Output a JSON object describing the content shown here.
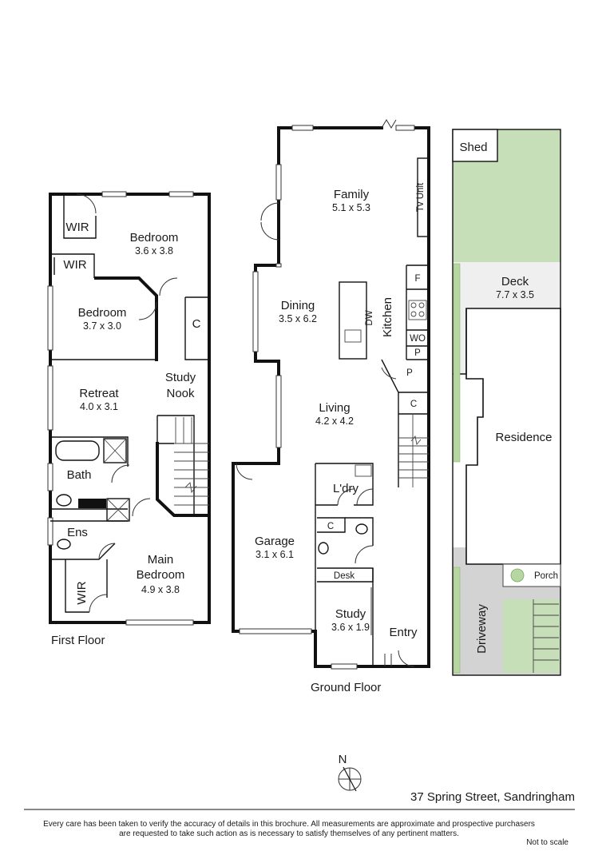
{
  "first_floor": {
    "caption": "First Floor",
    "rooms": {
      "wir_top": {
        "name": "WIR"
      },
      "wir_mid": {
        "name": "WIR"
      },
      "bedroom1": {
        "name": "Bedroom",
        "size": "3.6 x 3.8"
      },
      "bedroom2": {
        "name": "Bedroom",
        "size": "3.7 x 3.0"
      },
      "closet": {
        "name": "C"
      },
      "retreat": {
        "name": "Retreat",
        "size": "4.0 x 3.1"
      },
      "study_nook": {
        "name1": "Study",
        "name2": "Nook"
      },
      "bath": {
        "name": "Bath"
      },
      "ens": {
        "name": "Ens"
      },
      "main_bedroom": {
        "name1": "Main",
        "name2": "Bedroom",
        "size": "4.9 x 3.8"
      },
      "wir_main": {
        "name": "WIR"
      }
    }
  },
  "ground_floor": {
    "caption": "Ground Floor",
    "rooms": {
      "family": {
        "name": "Family",
        "size": "5.1 x 5.3"
      },
      "tv_unit": {
        "name": "Tv Unit"
      },
      "dining": {
        "name": "Dining",
        "size": "3.5 x 6.2"
      },
      "kitchen": {
        "name": "Kitchen"
      },
      "dw": {
        "name": "DW"
      },
      "fridge": {
        "name": "F"
      },
      "pantry_small": {
        "name": "P"
      },
      "wall_oven": {
        "name": "WO"
      },
      "pantry": {
        "name": "P"
      },
      "closet": {
        "name": "C"
      },
      "living": {
        "name": "Living",
        "size": "4.2 x 4.2"
      },
      "garage": {
        "name": "Garage",
        "size": "3.1 x 6.1"
      },
      "laundry": {
        "name": "L'dry"
      },
      "closet2": {
        "name": "C"
      },
      "desk": {
        "name": "Desk"
      },
      "study": {
        "name": "Study",
        "size": "3.6 x 1.9"
      },
      "entry": {
        "name": "Entry"
      }
    }
  },
  "site": {
    "shed": "Shed",
    "deck": {
      "name": "Deck",
      "size": "7.7 x 3.5"
    },
    "residence": "Residence",
    "porch": "Porch",
    "driveway": "Driveway"
  },
  "compass": {
    "label": "N"
  },
  "address": "37 Spring Street, Sandringham",
  "disclaimer": {
    "line1": "Every care has been taken to verify the accuracy of details in this brochure.  All measurements are approximate and prospective purchasers",
    "line2": "are requested to take such action as is necessary to satisfy themselves of any pertinent matters."
  },
  "scale_note": "Not to scale",
  "colors": {
    "lawn": "#c7dfb8",
    "deck": "#efefef",
    "driveway": "#d3d3d3",
    "walls": "#111111"
  }
}
